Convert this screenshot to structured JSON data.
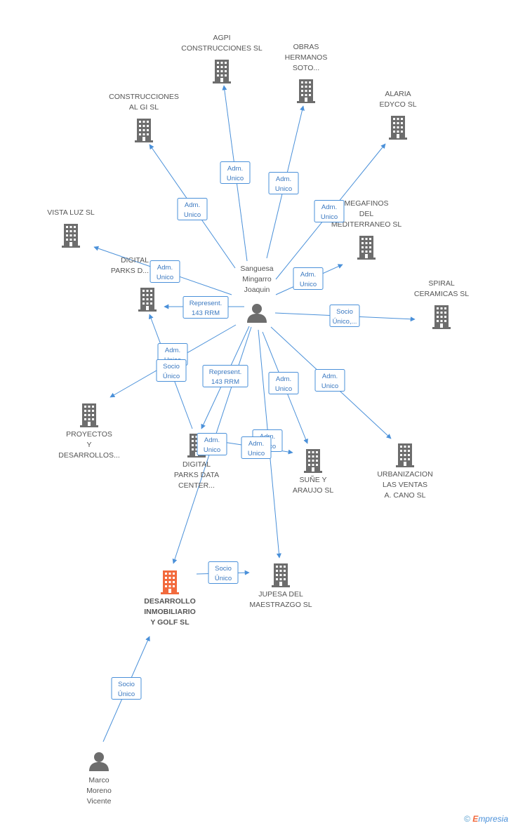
{
  "nodes": [
    {
      "id": "sanguesa",
      "type": "person",
      "label": [
        "Sanguesa",
        "Mingarro",
        "Joaquin"
      ]
    },
    {
      "id": "marco",
      "type": "person",
      "label": [
        "Marco",
        "Moreno",
        "Vicente"
      ]
    },
    {
      "id": "agpi",
      "type": "company",
      "label": [
        "AGPI",
        "CONSTRUCCIONES SL"
      ]
    },
    {
      "id": "obras",
      "type": "company",
      "label": [
        "OBRAS",
        "HERMANOS",
        "SOTO..."
      ]
    },
    {
      "id": "alaria",
      "type": "company",
      "label": [
        "ALARIA",
        "EDYCO SL"
      ]
    },
    {
      "id": "construcciones_algi",
      "type": "company",
      "label": [
        "CONSTRUCCIONES",
        "AL GI SL"
      ]
    },
    {
      "id": "megafinos",
      "type": "company",
      "label": [
        "MEGAFINOS",
        "DEL",
        "MEDITERRANEO SL"
      ]
    },
    {
      "id": "vista_luz",
      "type": "company",
      "label": [
        "VISTA LUZ SL"
      ]
    },
    {
      "id": "digital_parks_d",
      "type": "company",
      "label": [
        "DIGITAL",
        "PARKS D..."
      ]
    },
    {
      "id": "spiral",
      "type": "company",
      "label": [
        "SPIRAL",
        "CERAMICAS SL"
      ]
    },
    {
      "id": "proyectos",
      "type": "company",
      "label": [
        "PROYECTOS",
        "Y",
        "DESARROLLOS..."
      ]
    },
    {
      "id": "digital_parks_center",
      "type": "company",
      "label": [
        "DIGITAL",
        "PARKS DATA",
        "CENTER..."
      ]
    },
    {
      "id": "sune",
      "type": "company",
      "label": [
        "SUÑE Y",
        "ARAUJO SL"
      ]
    },
    {
      "id": "urbanizacion",
      "type": "company",
      "label": [
        "URBANIZACION",
        "LAS VENTAS",
        "A.  CANO SL"
      ]
    },
    {
      "id": "desarrollo",
      "type": "focus",
      "label": [
        "DESARROLLO",
        "INMOBILIARIO",
        "Y GOLF SL"
      ]
    },
    {
      "id": "jupesa",
      "type": "company",
      "label": [
        "JUPESA DEL",
        "MAESTRAZGO SL"
      ]
    }
  ],
  "edges": [
    {
      "from": "sanguesa",
      "to": "agpi",
      "label": [
        "Adm.",
        "Unico"
      ]
    },
    {
      "from": "sanguesa",
      "to": "obras",
      "label": [
        "Adm.",
        "Unico"
      ]
    },
    {
      "from": "sanguesa",
      "to": "alaria",
      "label": [
        "Adm.",
        "Unico"
      ]
    },
    {
      "from": "sanguesa",
      "to": "construcciones_algi",
      "label": [
        "Adm.",
        "Unico"
      ]
    },
    {
      "from": "sanguesa",
      "to": "megafinos",
      "label": [
        "Adm.",
        "Unico"
      ]
    },
    {
      "from": "sanguesa",
      "to": "vista_luz",
      "label": [
        "Adm.",
        "Unico"
      ]
    },
    {
      "from": "sanguesa",
      "to": "digital_parks_d",
      "label": [
        "Represent.",
        "143 RRM"
      ]
    },
    {
      "from": "sanguesa",
      "to": "spiral",
      "label": [
        "Socio",
        "Único,..."
      ]
    },
    {
      "from": "sanguesa",
      "to": "proyectos",
      "label": [
        "Adm.",
        "Unico"
      ]
    },
    {
      "from": "digital_parks_center",
      "to": "digital_parks_d",
      "label": [
        "Socio",
        "Único"
      ]
    },
    {
      "from": "sanguesa",
      "to": "digital_parks_center",
      "label": [
        "Represent.",
        "143 RRM"
      ]
    },
    {
      "from": "sanguesa",
      "to": "sune",
      "label": [
        "Adm.",
        "Unico"
      ]
    },
    {
      "from": "sanguesa",
      "to": "urbanizacion",
      "label": [
        "Adm.",
        "Unico"
      ]
    },
    {
      "from": "sanguesa",
      "to": "desarrollo",
      "label": [
        "Adm.",
        "Unico"
      ]
    },
    {
      "from": "sanguesa",
      "to": "jupesa",
      "label": [
        "Adm.",
        "Unico"
      ]
    },
    {
      "from": "digital_parks_center",
      "to": "jupesa",
      "label": [
        "Adm.",
        "Unico"
      ]
    },
    {
      "from": "desarrollo",
      "to": "jupesa",
      "label": [
        "Socio",
        "Único"
      ]
    },
    {
      "from": "marco",
      "to": "desarrollo",
      "label": [
        "Socio",
        "Único"
      ]
    }
  ],
  "colors": {
    "edge": "#4a90d9",
    "company": "#6d6d6d",
    "focus": "#f26a3d",
    "person": "#6d6d6d"
  },
  "footer": {
    "copyright": "©",
    "brand_initial": "E",
    "brand_rest": "mpresia"
  }
}
